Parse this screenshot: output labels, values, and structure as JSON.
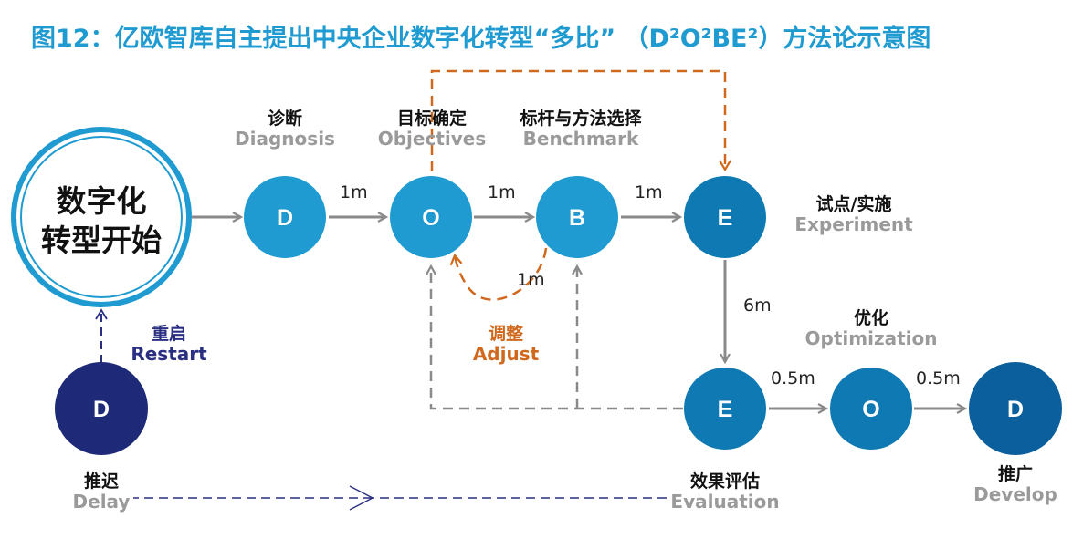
{
  "title": "图12：亿欧智库自主提出中央企业数字化转型“多比”  （D²O²BE²）方法论示意图",
  "start": {
    "line1": "数字化",
    "line2": "转型开始"
  },
  "nodes": {
    "d1": {
      "letter": "D",
      "zh": "诊断",
      "en": "Diagnosis"
    },
    "o1": {
      "letter": "O",
      "zh": "目标确定",
      "en": "Objectives"
    },
    "b1": {
      "letter": "B",
      "zh": "标杆与方法选择",
      "en": "Benchmark"
    },
    "e1": {
      "letter": "E",
      "zh": "试点/实施",
      "en": "Experiment"
    },
    "e2": {
      "letter": "E",
      "zh": "效果评估",
      "en": "Evaluation"
    },
    "o2": {
      "letter": "O",
      "zh": "优化",
      "en": "Optimization"
    },
    "d2": {
      "letter": "D",
      "zh": "推广",
      "en": "Develop"
    },
    "dd": {
      "letter": "D",
      "zh": "推迟",
      "en": "Delay"
    }
  },
  "restart": {
    "zh": "重启",
    "en": "Restart"
  },
  "adjust": {
    "zh": "调整",
    "en": "Adjust"
  },
  "durations": {
    "d_o": "1m",
    "o_b": "1m",
    "b_e": "1m",
    "adjust": "1m",
    "e_e": "6m",
    "e_o": "0.5m",
    "o_d": "0.5m"
  },
  "colors": {
    "title": "#1f9bd1",
    "node_light": "#1f9bd1",
    "node_mid": "#0e79b2",
    "node_dark": "#0b5f9c",
    "node_navy": "#1e2a78",
    "adjust": "#d0691e",
    "arrow": "#8a8a8a",
    "restart": "#2a2f82"
  }
}
